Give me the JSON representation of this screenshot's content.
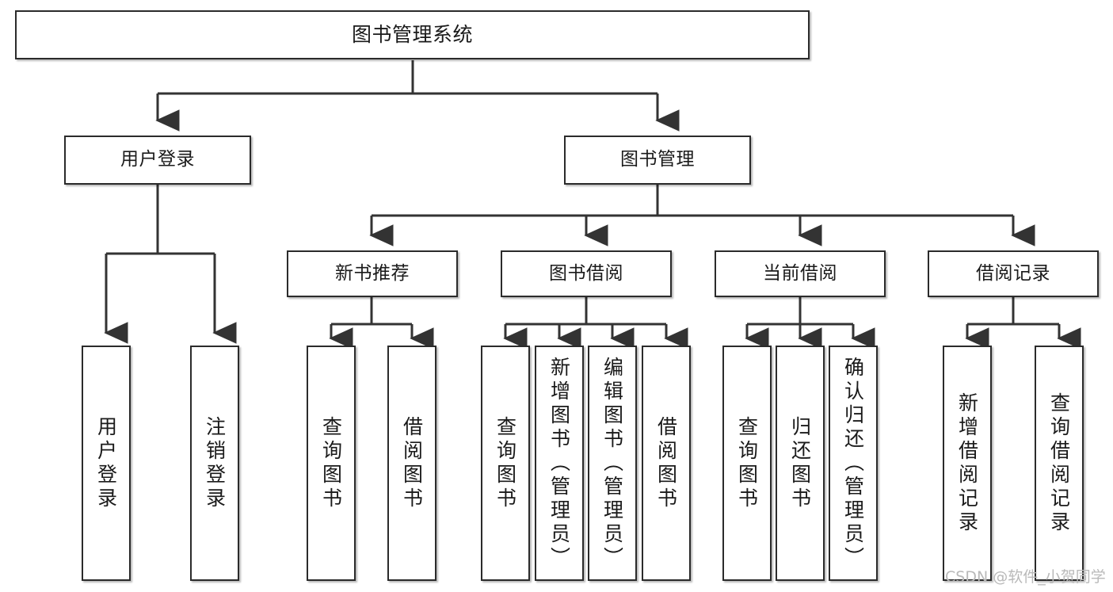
{
  "diagram": {
    "title": "图书管理系统",
    "type": "tree-hierarchy",
    "root": {
      "label": "图书管理系统"
    },
    "level1": [
      {
        "label": "用户登录"
      },
      {
        "label": "图书管理"
      }
    ],
    "level2": [
      {
        "label": "新书推荐"
      },
      {
        "label": "图书借阅"
      },
      {
        "label": "当前借阅"
      },
      {
        "label": "借阅记录"
      }
    ],
    "leaves": {
      "user_login": [
        {
          "label": "用户登录"
        },
        {
          "label": "注销登录"
        }
      ],
      "new_book_recommend": [
        {
          "label": "查询图书"
        },
        {
          "label": "借阅图书"
        }
      ],
      "book_borrow": [
        {
          "label": "查询图书"
        },
        {
          "label": "新增图书（管理员）"
        },
        {
          "label": "编辑图书（管理员）"
        },
        {
          "label": "借阅图书"
        }
      ],
      "current_borrow": [
        {
          "label": "查询图书"
        },
        {
          "label": "归还图书"
        },
        {
          "label": "确认归还（管理员）"
        }
      ],
      "borrow_record": [
        {
          "label": "新增借阅记录"
        },
        {
          "label": "查询借阅记录"
        }
      ]
    }
  },
  "watermark": {
    "text": "CSDN @软件_小贺同学"
  },
  "colors": {
    "background": "#ffffff",
    "node_border": "#2b2b2b",
    "node_fill": "#ffffff",
    "connector": "#333333",
    "text": "#1a1a1a",
    "watermark": "#b9b9b9"
  }
}
